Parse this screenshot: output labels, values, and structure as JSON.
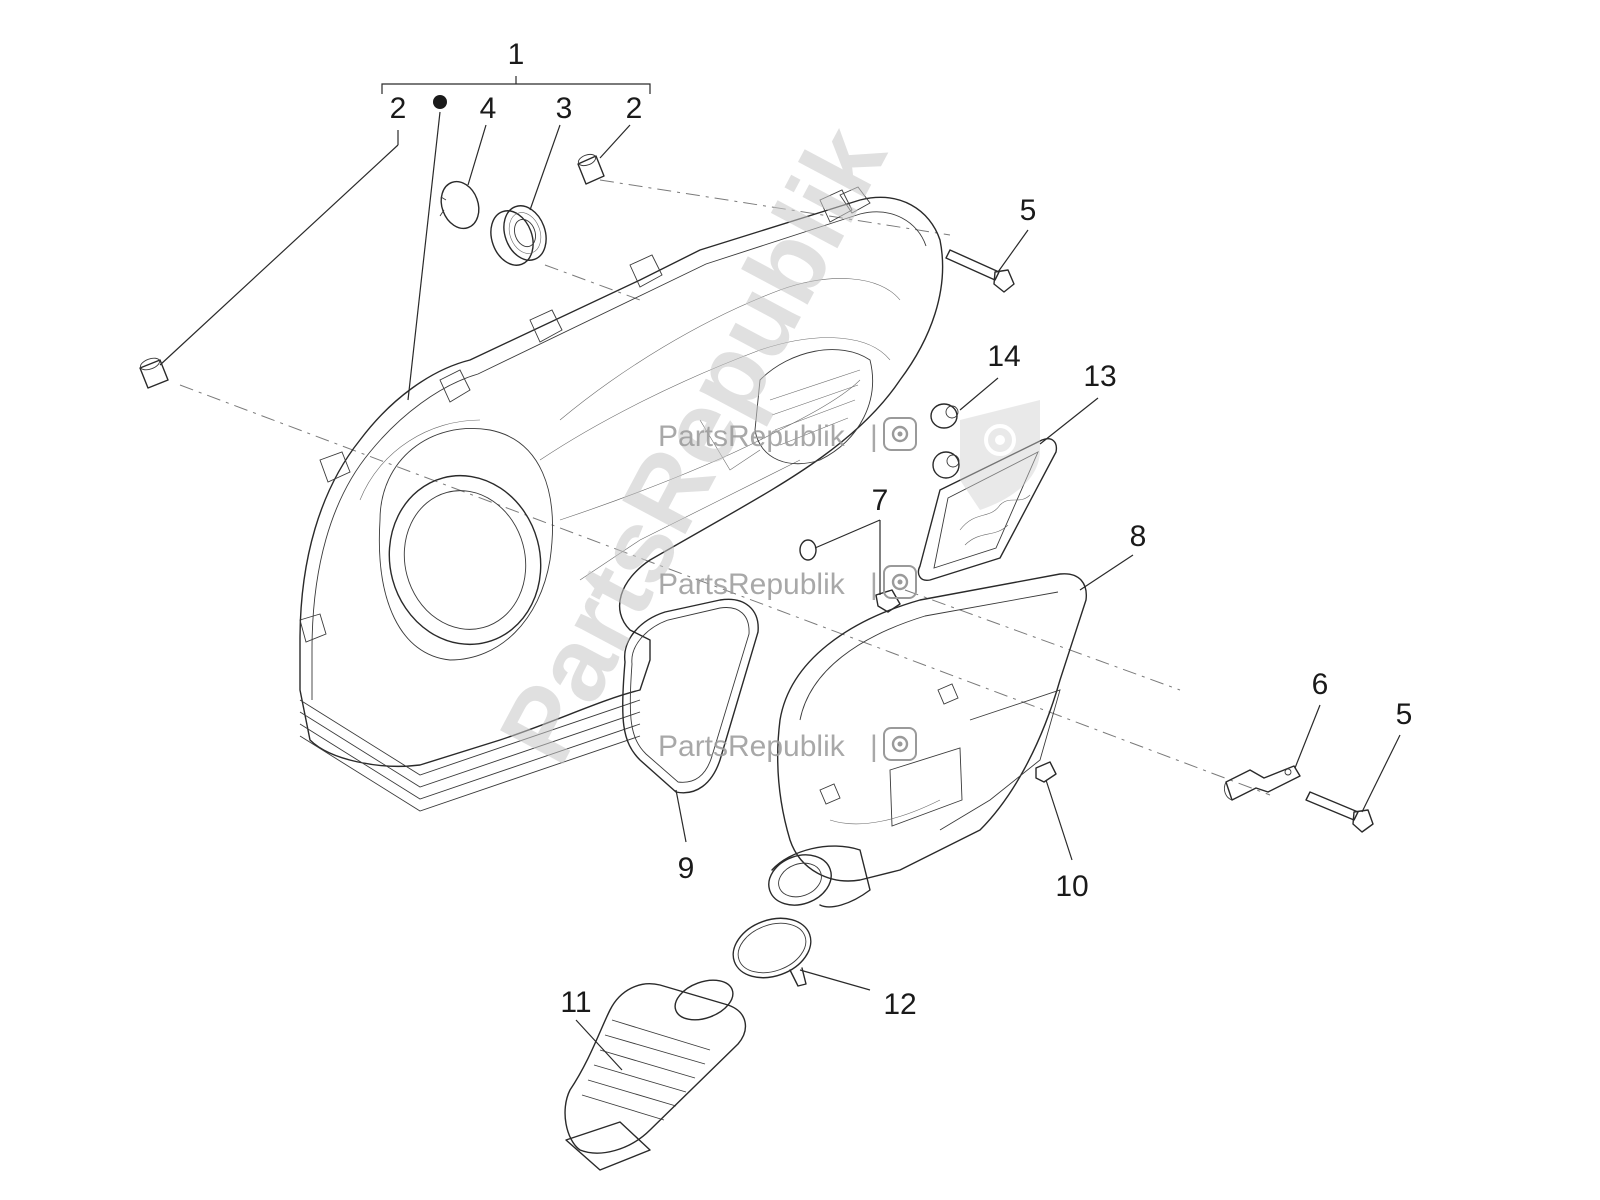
{
  "callouts": [
    {
      "id": "c1",
      "label": "1"
    },
    {
      "id": "c2a",
      "label": "2"
    },
    {
      "id": "c4",
      "label": "4"
    },
    {
      "id": "c3",
      "label": "3"
    },
    {
      "id": "c2b",
      "label": "2"
    },
    {
      "id": "c5a",
      "label": "5"
    },
    {
      "id": "c14",
      "label": "14"
    },
    {
      "id": "c13",
      "label": "13"
    },
    {
      "id": "c7",
      "label": "7"
    },
    {
      "id": "c8",
      "label": "8"
    },
    {
      "id": "c6",
      "label": "6"
    },
    {
      "id": "c5b",
      "label": "5"
    },
    {
      "id": "c9",
      "label": "9"
    },
    {
      "id": "c10",
      "label": "10"
    },
    {
      "id": "c11",
      "label": "11"
    },
    {
      "id": "c12",
      "label": "12"
    }
  ],
  "watermark": {
    "text": "PartsRepublik",
    "separator": "|",
    "icon": "gear-icon",
    "color": "#9a9a9a"
  },
  "kit_marker_icon": "filled-dot-icon"
}
